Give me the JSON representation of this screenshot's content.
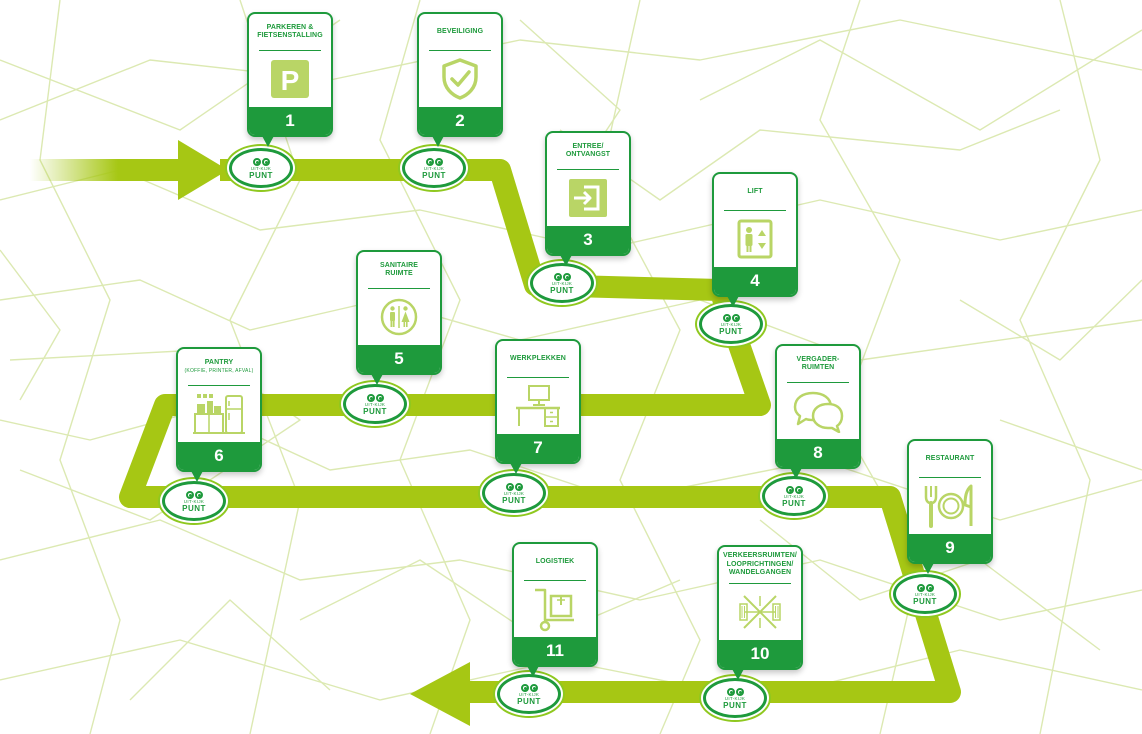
{
  "colors": {
    "route": "#a6c714",
    "brand_green": "#1e9a3c",
    "light_green": "#b9d566",
    "background_lines": "#dce9b2"
  },
  "badge": {
    "line1": "UIT-KIJK",
    "line2": "PUNT"
  },
  "stops": [
    {
      "number": "1",
      "title_lines": [
        "PARKEREN &",
        "FIETSENSTALLING"
      ],
      "subtitle": "",
      "icon": "parking-icon"
    },
    {
      "number": "2",
      "title_lines": [
        "BEVEILIGING"
      ],
      "subtitle": "",
      "icon": "shield-check-icon"
    },
    {
      "number": "3",
      "title_lines": [
        "ENTREE/",
        "ONTVANGST"
      ],
      "subtitle": "",
      "icon": "entrance-icon"
    },
    {
      "number": "4",
      "title_lines": [
        "LIFT"
      ],
      "subtitle": "",
      "icon": "elevator-icon"
    },
    {
      "number": "5",
      "title_lines": [
        "SANITAIRE",
        "RUIMTE"
      ],
      "subtitle": "",
      "icon": "restroom-icon"
    },
    {
      "number": "6",
      "title_lines": [
        "PANTRY"
      ],
      "subtitle": "(KOFFIE, PRINTER, AFVAL)",
      "icon": "pantry-icon"
    },
    {
      "number": "7",
      "title_lines": [
        "WERKPLEKKEN"
      ],
      "subtitle": "",
      "icon": "workstation-icon"
    },
    {
      "number": "8",
      "title_lines": [
        "VERGADER-",
        "RUIMTEN"
      ],
      "subtitle": "",
      "icon": "speech-bubbles-icon"
    },
    {
      "number": "9",
      "title_lines": [
        "RESTAURANT"
      ],
      "subtitle": "",
      "icon": "cutlery-plate-icon"
    },
    {
      "number": "10",
      "title_lines": [
        "VERKEERSRUIMTEN/",
        "LOOPRICHTINGEN/",
        "WANDELGANGEN"
      ],
      "subtitle": "",
      "icon": "corridor-icon"
    },
    {
      "number": "11",
      "title_lines": [
        "LOGISTIEK"
      ],
      "subtitle": "",
      "icon": "hand-truck-icon"
    }
  ]
}
